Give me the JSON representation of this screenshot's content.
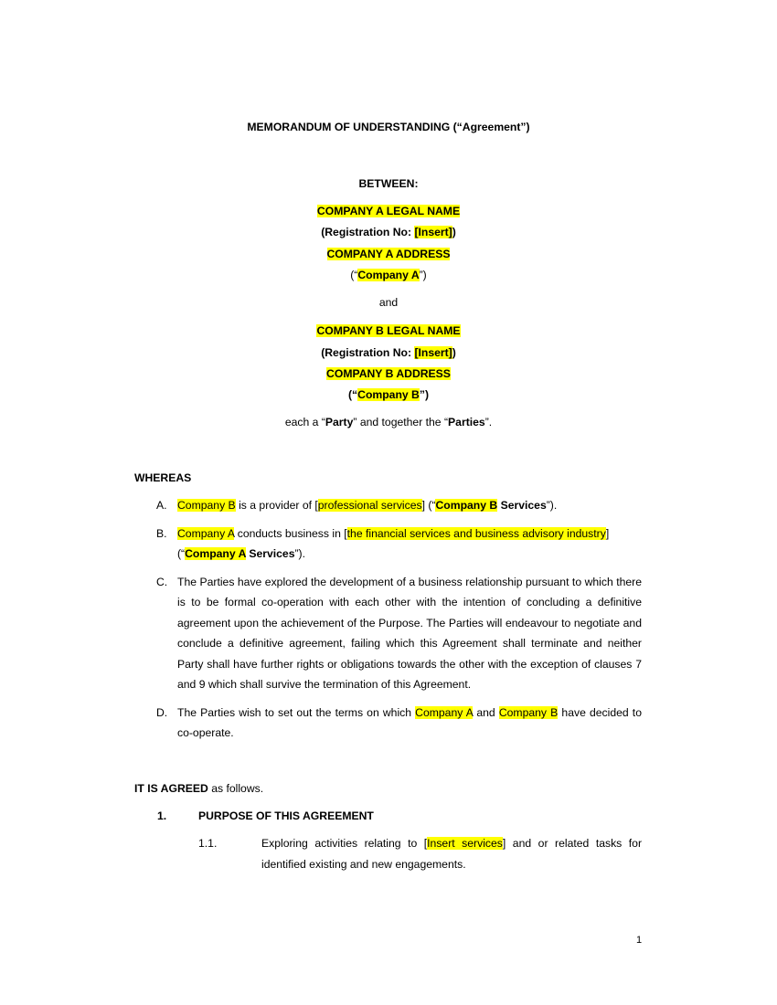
{
  "title": "MEMORANDUM OF UNDERSTANDING (“Agreement”)",
  "between": "BETWEEN:",
  "party_a": {
    "name": "COMPANY A LEGAL NAME",
    "reg_open": "(Registration No: ",
    "reg_value": "[Insert]",
    "reg_close": ")",
    "address": "COMPANY A ADDRESS",
    "short_open": "(“",
    "short_name": "Company A",
    "short_close": "”)"
  },
  "and": "and",
  "party_b": {
    "name": "COMPANY B LEGAL NAME",
    "reg_open": "(Registration No: ",
    "reg_value": "[Insert]",
    "reg_close": ")",
    "address": "COMPANY B ADDRESS",
    "short_open": "(“",
    "short_name": "Company B",
    "short_close": "”)"
  },
  "parties_line": {
    "t1": "each a “",
    "party": "Party",
    "t2": "” and together the “",
    "parties": "Parties",
    "t3": "”."
  },
  "whereas": "WHEREAS",
  "recitals": {
    "a": {
      "marker": "A.",
      "company": "Company B",
      "t1": " is a provider of [",
      "service": "professional services",
      "t2": "] (“",
      "defined": "Company B",
      "t3": " Services",
      "t4": "”)."
    },
    "b": {
      "marker": "B.",
      "company": "Company A",
      "t1": " conducts business in [",
      "industry": "the financial services and business advisory industry",
      "t2": "]",
      "t3": "(“",
      "defined": "Company A",
      "t4": " Services",
      "t5": "”)."
    },
    "c": {
      "marker": "C.",
      "text": "The Parties have explored the development of a business relationship pursuant to which there is to be formal co-operation with each other with the intention of concluding a definitive agreement upon the achievement of the Purpose. The Parties will endeavour to negotiate and conclude a definitive agreement, failing which this Agreement shall terminate and neither Party shall have further rights or obligations towards the other with the exception of clauses 7 and 9 which shall survive the termination of this Agreement."
    },
    "d": {
      "marker": "D.",
      "t1": "The Parties wish to set out the terms on which ",
      "company_a": "Company A",
      "t2": " and ",
      "company_b": "Company B",
      "t3": " have decided to co-operate."
    }
  },
  "agreed": {
    "bold": "IT IS AGREED",
    "rest": " as follows."
  },
  "clause_1": {
    "number": "1.",
    "heading": "PURPOSE OF THIS AGREEMENT",
    "sub": {
      "number": "1.1.",
      "t1": "Exploring activities relating to [",
      "insert": "Insert services",
      "t2": "] and or related tasks for identified existing and new engagements."
    }
  },
  "page_number": "1",
  "colors": {
    "highlight": "#ffff00",
    "text": "#000000"
  }
}
